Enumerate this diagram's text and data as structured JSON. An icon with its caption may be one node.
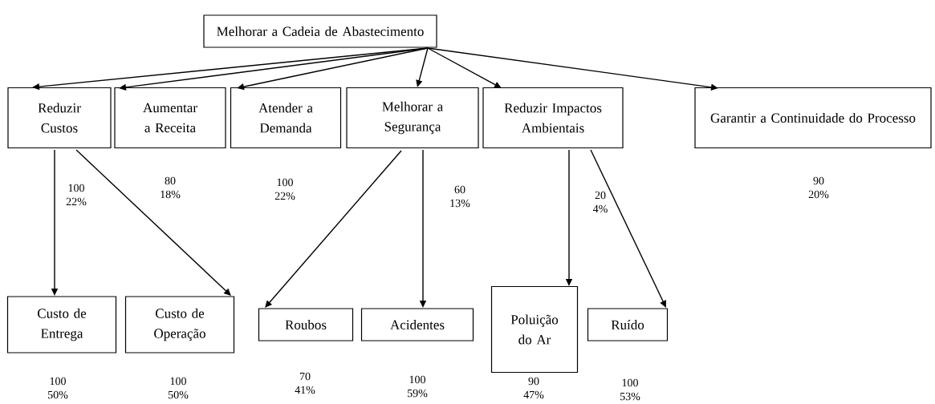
{
  "diagram": {
    "nodes": [
      {
        "text": [
          "Melhorar a Cadeia de Abastecimento"
        ]
      },
      {
        "text": [
          "Reduzir Custos"
        ],
        "beside": [
          "100 22%"
        ]
      },
      {
        "text": [
          "Aumentar a Receita"
        ],
        "beside": [
          "80 18%"
        ]
      },
      {
        "text": [
          "Atender a Demanda"
        ],
        "beside": [
          "100 22%"
        ]
      },
      {
        "text": [
          "Melhorar a Segurança"
        ],
        "beside": [
          "60 13%"
        ]
      },
      {
        "text": [
          "Reduzir Impactos Ambientais"
        ],
        "beside": [
          "20 4%"
        ]
      },
      {
        "text": [
          "Garantir a Continuidade do Processo"
        ],
        "beside": [
          "90 20%"
        ]
      },
      {
        "text": [
          "Custo de Entrega"
        ],
        "beside": [
          "100 50%"
        ]
      },
      {
        "text": [
          "Custo de Operação"
        ],
        "beside": [
          "100 50%"
        ]
      },
      {
        "text": [
          "Roubos"
        ],
        "beside": [
          "70 41%"
        ]
      },
      {
        "text": [
          "Acidentes"
        ],
        "beside": [
          "100 59%"
        ]
      },
      {
        "text": [
          "Poluição do Ar"
        ],
        "beside": [
          "90 47%"
        ]
      },
      {
        "text": [
          "Ruído"
        ],
        "beside": [
          "100 53%"
        ]
      }
    ],
    "edges": [
      {
        "from": 0,
        "to": 1,
        "arrow": "to"
      },
      {
        "from": 0,
        "to": 2,
        "arrow": "to"
      },
      {
        "from": 0,
        "to": 3,
        "arrow": "to"
      },
      {
        "from": 0,
        "to": 4,
        "arrow": "to"
      },
      {
        "from": 0,
        "to": 5,
        "arrow": "to"
      },
      {
        "from": 0,
        "to": 6,
        "arrow": "to"
      },
      {
        "from": 1,
        "to": 7,
        "arrow": "to"
      },
      {
        "from": 1,
        "to": 8,
        "arrow": "to"
      },
      {
        "from": 4,
        "to": 9,
        "arrow": "to"
      },
      {
        "from": 4,
        "to": 10,
        "arrow": "to"
      },
      {
        "from": 5,
        "to": 11,
        "arrow": "to"
      },
      {
        "from": 5,
        "to": 12,
        "arrow": "to"
      }
    ]
  }
}
